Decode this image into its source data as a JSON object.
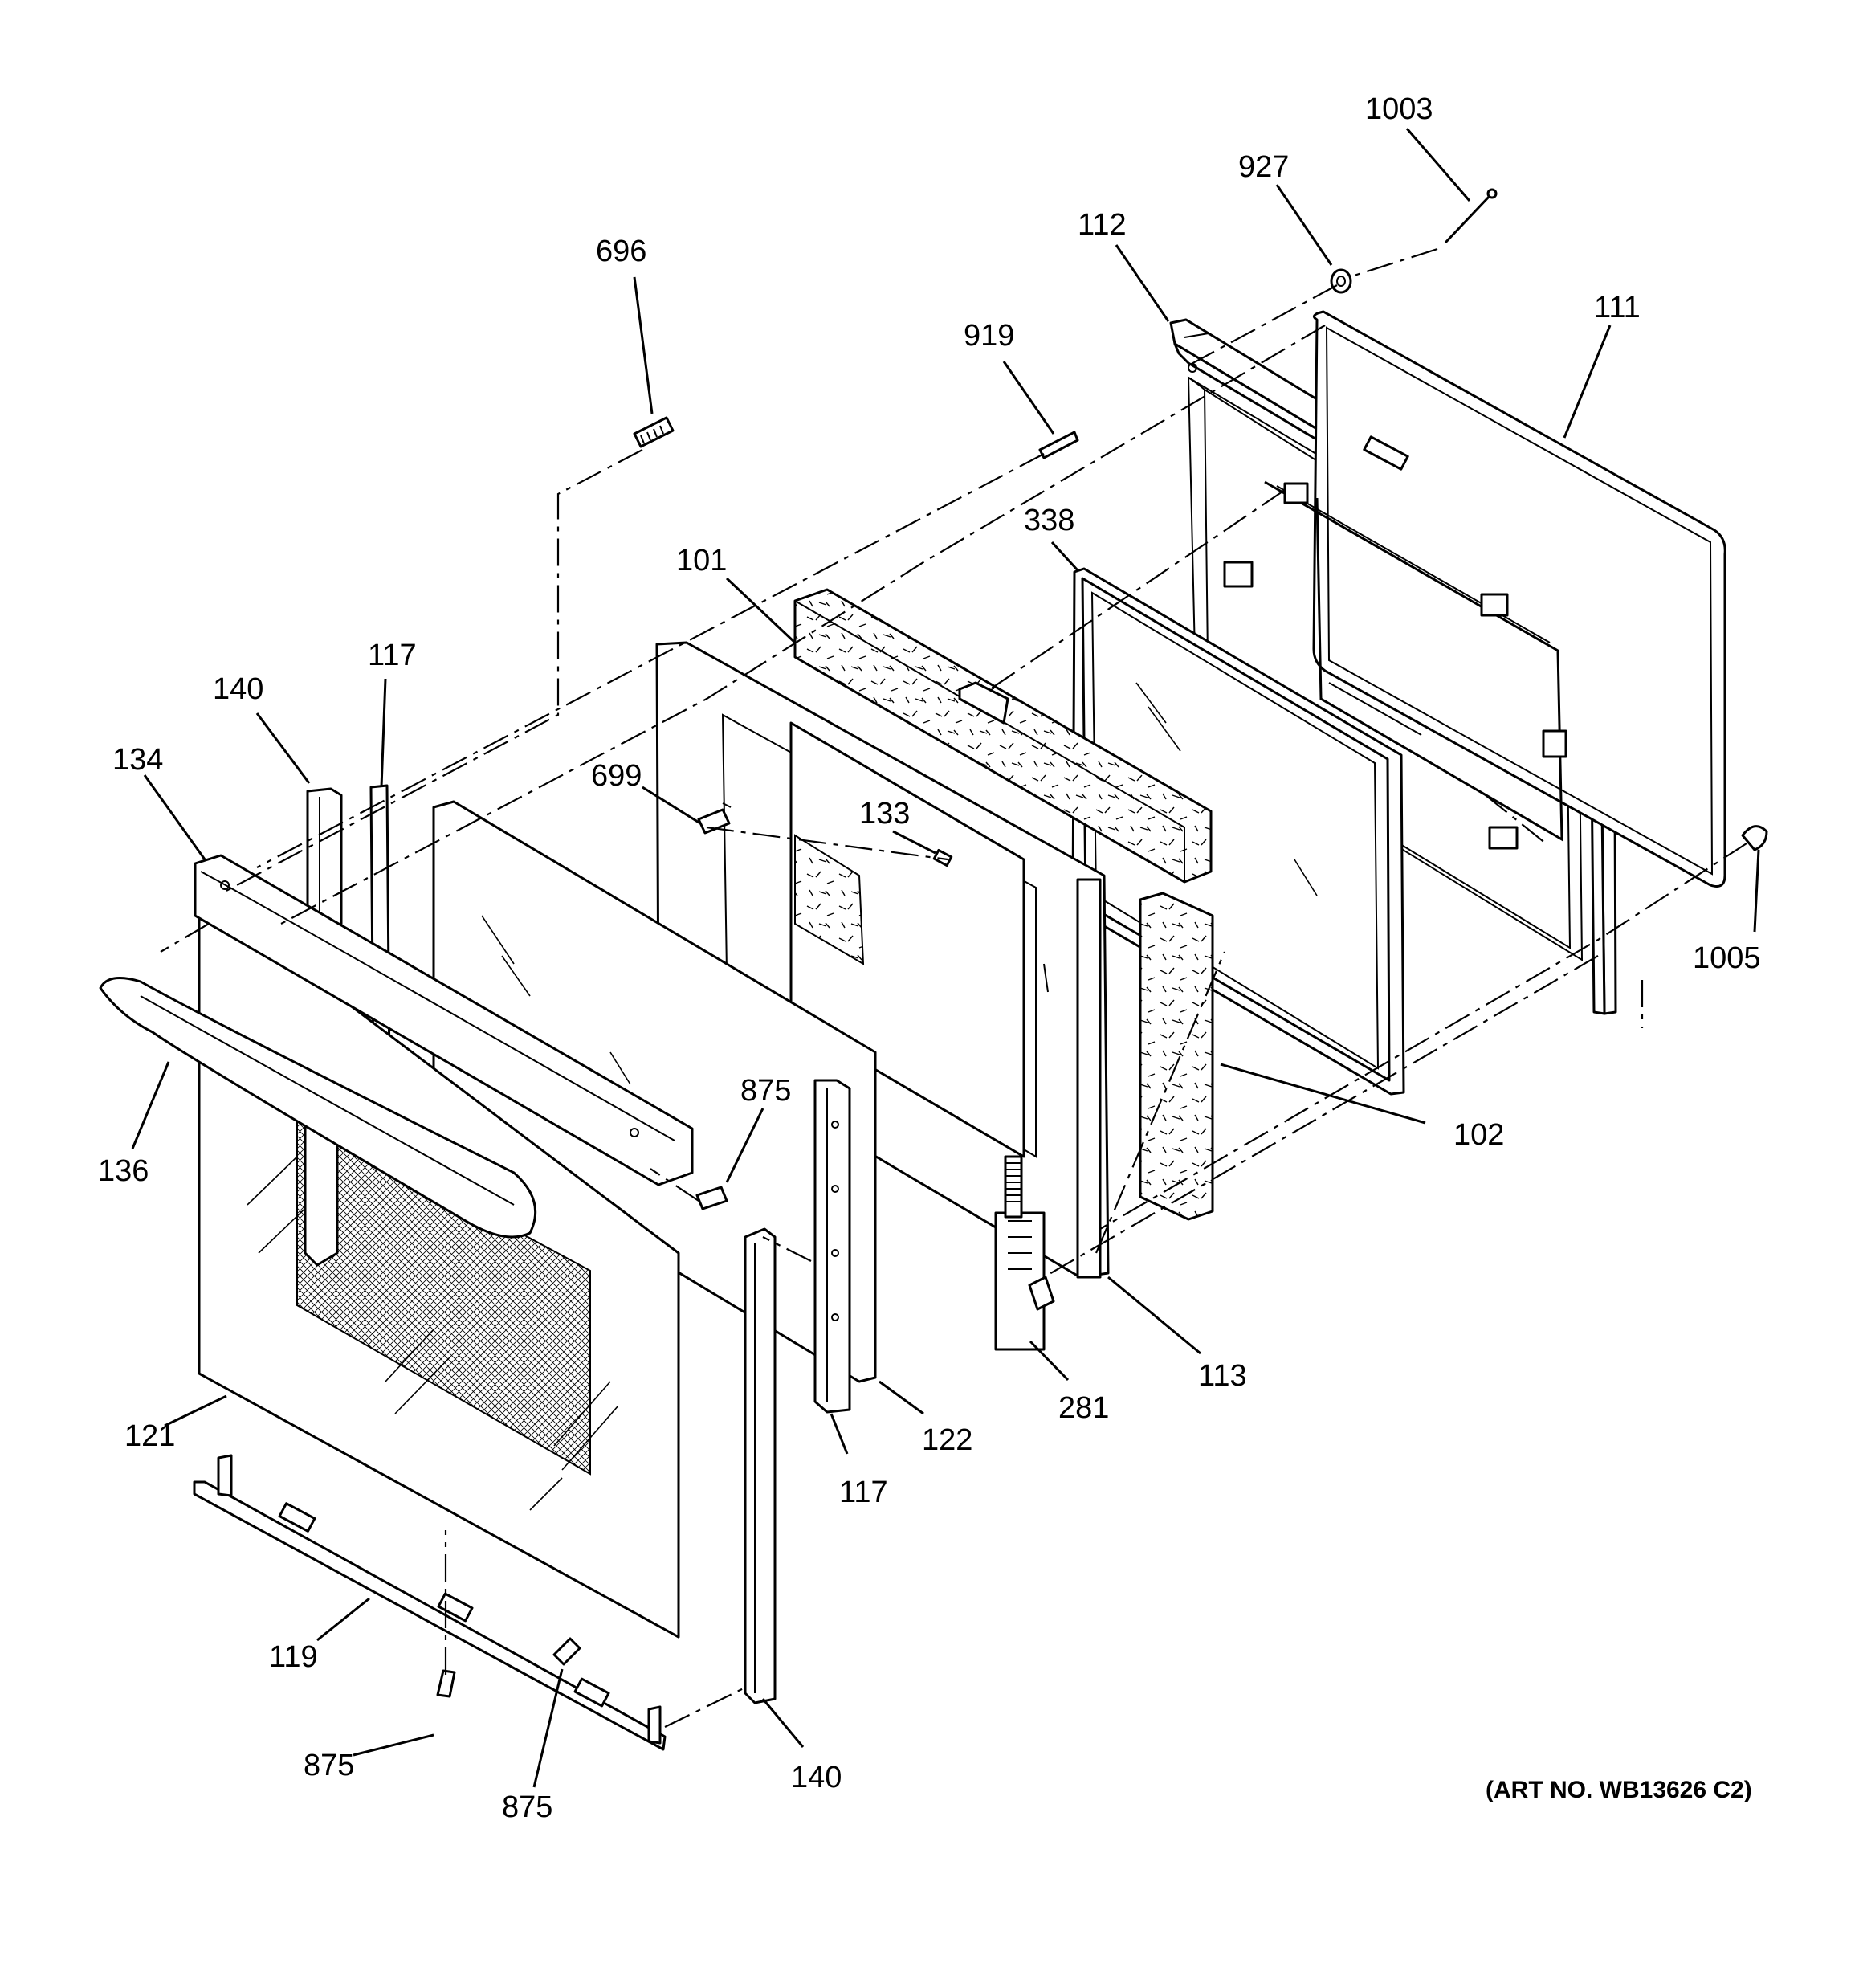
{
  "callouts": [
    {
      "id": "c1003",
      "label": "1003"
    },
    {
      "id": "c927",
      "label": "927"
    },
    {
      "id": "c696",
      "label": "696"
    },
    {
      "id": "c112",
      "label": "112"
    },
    {
      "id": "c111",
      "label": "111"
    },
    {
      "id": "c919",
      "label": "919"
    },
    {
      "id": "c338",
      "label": "338"
    },
    {
      "id": "c101",
      "label": "101"
    },
    {
      "id": "c117a",
      "label": "117"
    },
    {
      "id": "c140a",
      "label": "140"
    },
    {
      "id": "c134",
      "label": "134"
    },
    {
      "id": "c699",
      "label": "699"
    },
    {
      "id": "c133",
      "label": "133"
    },
    {
      "id": "c1005",
      "label": "1005"
    },
    {
      "id": "c136",
      "label": "136"
    },
    {
      "id": "c875a",
      "label": "875"
    },
    {
      "id": "c102",
      "label": "102"
    },
    {
      "id": "c113",
      "label": "113"
    },
    {
      "id": "c281",
      "label": "281"
    },
    {
      "id": "c121",
      "label": "121"
    },
    {
      "id": "c122",
      "label": "122"
    },
    {
      "id": "c117b",
      "label": "117"
    },
    {
      "id": "c119",
      "label": "119"
    },
    {
      "id": "c875b",
      "label": "875"
    },
    {
      "id": "c875c",
      "label": "875"
    },
    {
      "id": "c140b",
      "label": "140"
    }
  ],
  "art_number": "(ART NO. WB13626 C2)"
}
